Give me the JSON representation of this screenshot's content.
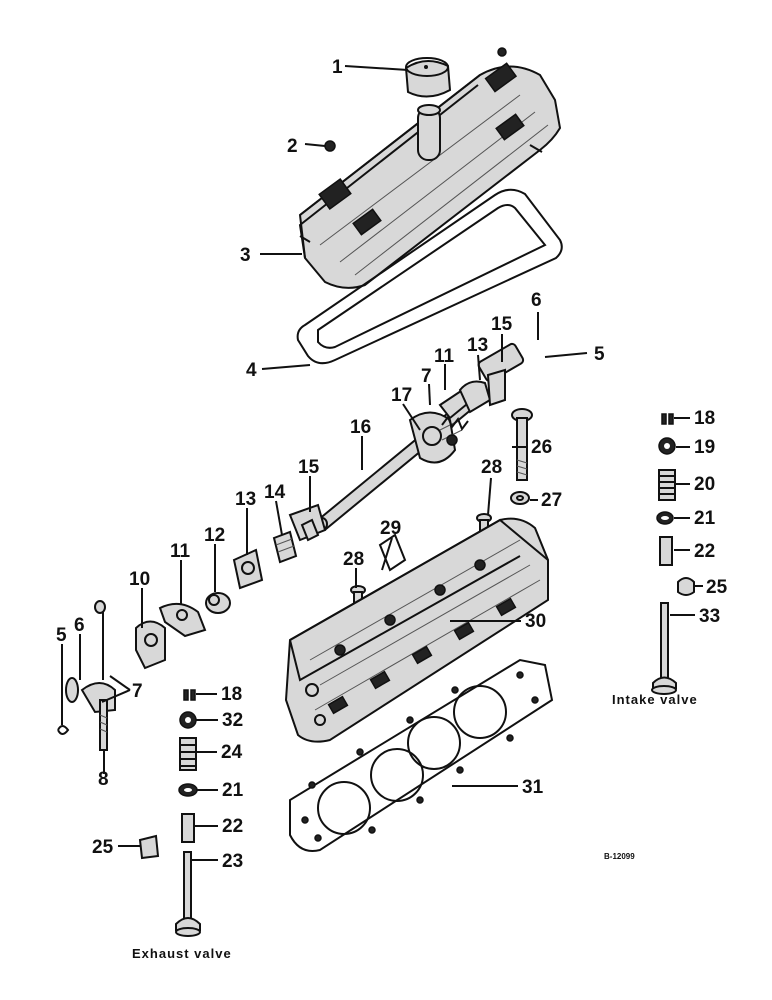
{
  "callouts": {
    "c1": "1",
    "c2": "2",
    "c3": "3",
    "c4": "4",
    "c5a": "5",
    "c5b": "5",
    "c6a": "6",
    "c6b": "6",
    "c7a": "7",
    "c7b": "7",
    "c8a": "8",
    "c10": "10",
    "c11a": "11",
    "c11b": "11",
    "c12": "12",
    "c13a": "13",
    "c13b": "13",
    "c14": "14",
    "c15a": "15",
    "c15b": "15",
    "c16": "16",
    "c17": "17",
    "c18a": "18",
    "c18b": "18",
    "c19": "19",
    "c20": "20",
    "c21a": "21",
    "c21b": "21",
    "c22a": "22",
    "c22b": "22",
    "c23": "23",
    "c24": "24",
    "c25a": "25",
    "c25b": "25",
    "c26": "26",
    "c27": "27",
    "c28a": "28",
    "c28b": "28",
    "c29": "29",
    "c30": "30",
    "c31": "31",
    "c32": "32",
    "c33": "33"
  },
  "labels": {
    "intake_valve": "Intake valve",
    "exhaust_valve": "Exhaust valve",
    "drawing_number": "B-12099"
  },
  "colors": {
    "ink": "#111111",
    "background": "#ffffff"
  }
}
